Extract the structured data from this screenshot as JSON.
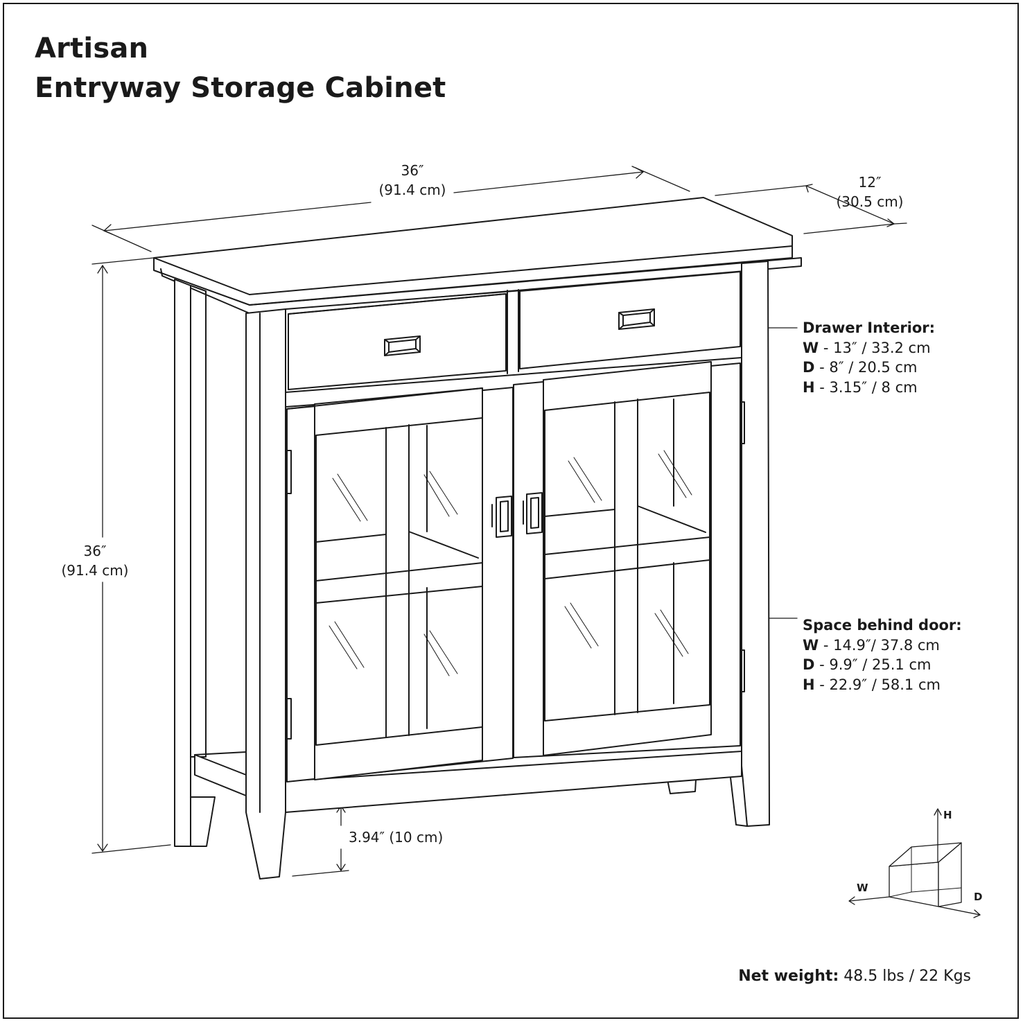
{
  "title": {
    "line1": "Artisan",
    "line2": "Entryway Storage Cabinet"
  },
  "dimensions": {
    "width": {
      "in": "36″",
      "cm": "(91.4 cm)"
    },
    "depth": {
      "in": "12″",
      "cm": "(30.5 cm)"
    },
    "height": {
      "in": "36″",
      "cm": "(91.4 cm)"
    },
    "clearance": "3.94″ (10 cm)"
  },
  "drawer_interior": {
    "heading": "Drawer Interior:",
    "w_key": "W",
    "w_val": " - 13″ / 33.2 cm",
    "d_key": "D",
    "d_val": " - 8″ / 20.5 cm",
    "h_key": "H",
    "h_val": " - 3.15″ / 8 cm"
  },
  "space_behind_door": {
    "heading": "Space behind door:",
    "w_key": "W",
    "w_val": " - 14.9″/ 37.8 cm",
    "d_key": "D",
    "d_val": " - 9.9″ / 25.1 cm",
    "h_key": "H",
    "h_val": " - 22.9″ /  58.1 cm"
  },
  "axes": {
    "h": "H",
    "w": "W",
    "d": "D"
  },
  "net_weight": {
    "label": "Net weight:",
    "value": " 48.5 lbs / 22 Kgs"
  }
}
